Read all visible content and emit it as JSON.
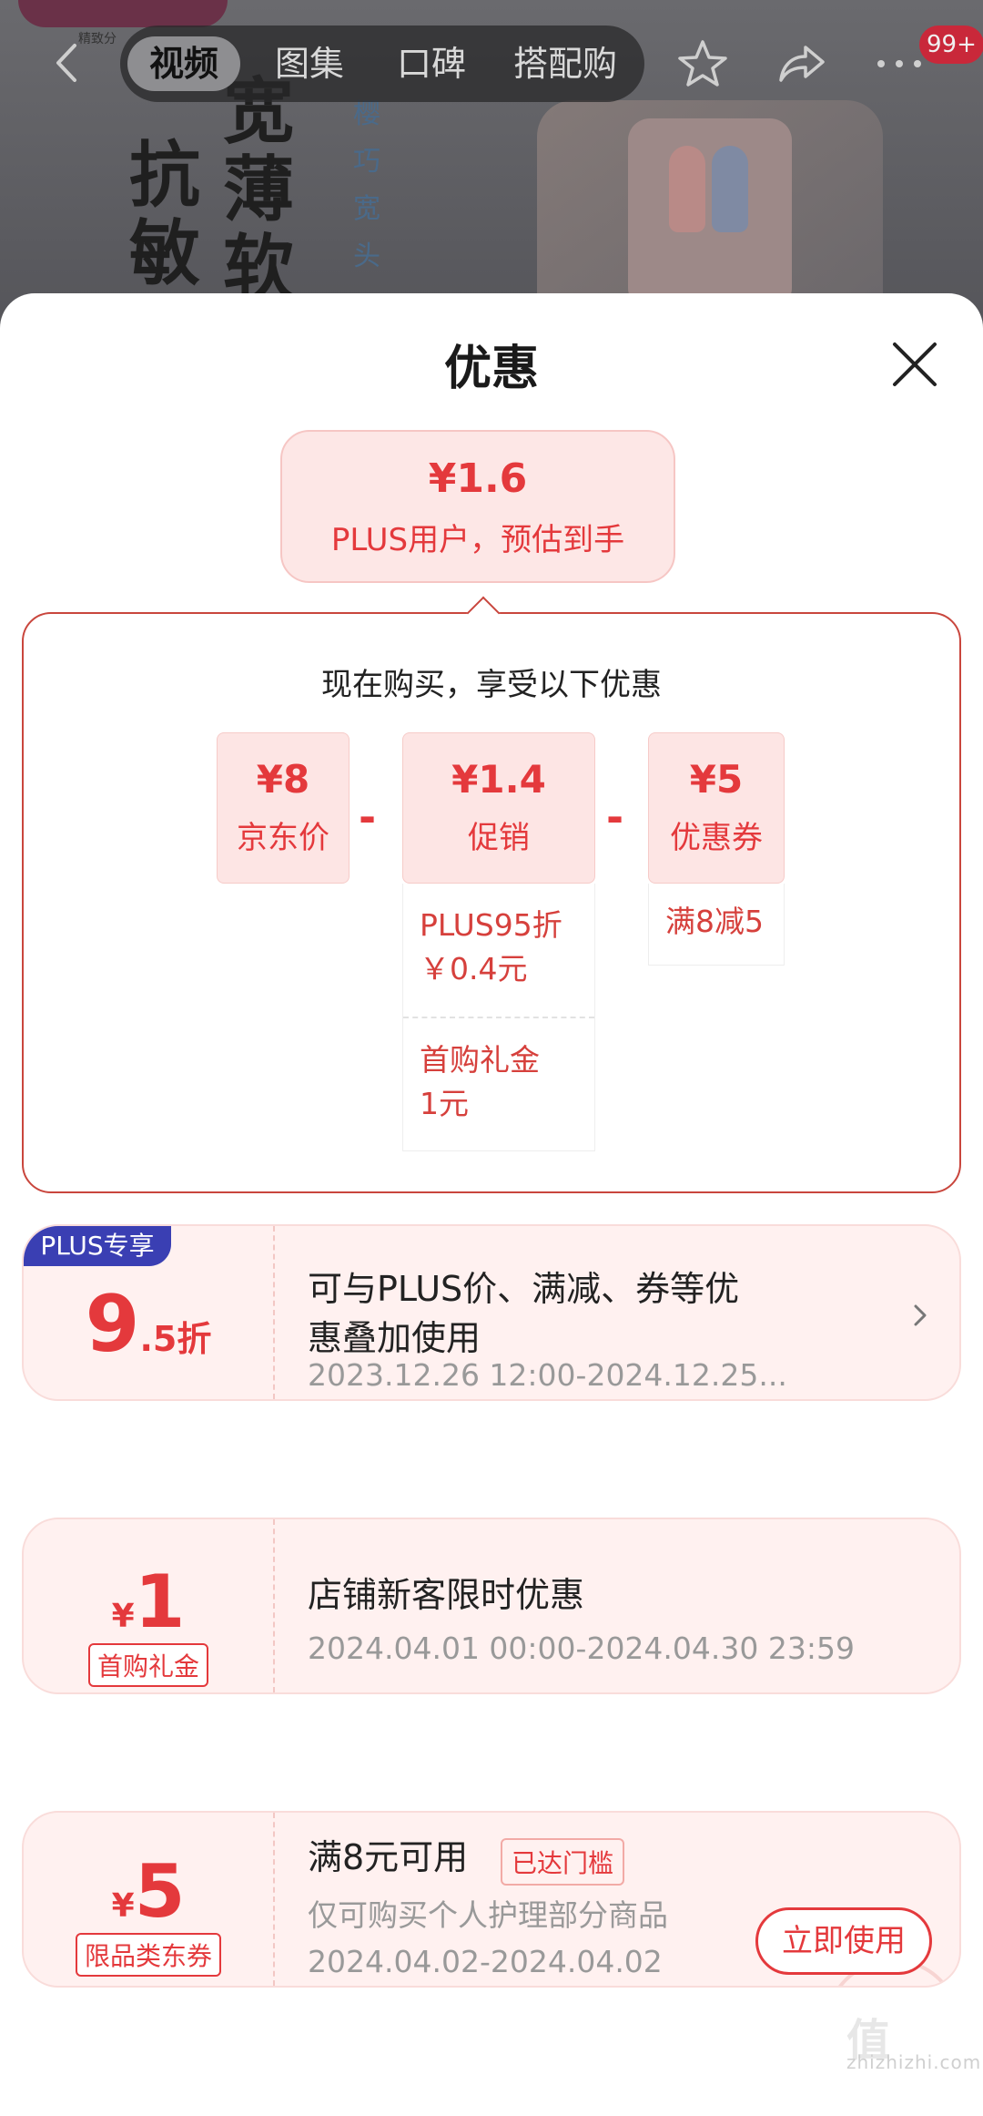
{
  "background": {
    "logo_sub": "精致分",
    "deco_a": "抗敏",
    "deco_b": "宽薄软",
    "deco_c": "樱巧宽头"
  },
  "nav": {
    "tabs": [
      {
        "label": "视频",
        "active": true
      },
      {
        "label": "图集",
        "active": false
      },
      {
        "label": "口碑",
        "active": false
      },
      {
        "label": "搭配购",
        "active": false
      }
    ],
    "badge": "99+",
    "icons": [
      "back-icon",
      "star-icon",
      "share-icon",
      "more-icon"
    ]
  },
  "sheet": {
    "title": "优惠",
    "estimate": {
      "price": "¥1.6",
      "label": "PLUS用户，预估到手"
    },
    "breakdown": {
      "heading": "现在购买，享受以下优惠",
      "items": [
        {
          "amount": "¥8",
          "label": "京东价"
        },
        {
          "amount": "¥1.4",
          "label": "促销"
        },
        {
          "amount": "¥5",
          "label": "优惠券"
        }
      ],
      "operator": "-",
      "promo_details": [
        {
          "line1": "PLUS95折",
          "line2": "￥0.4元"
        },
        {
          "line1": "首购礼金",
          "line2": "1元"
        }
      ],
      "coupon_details": [
        {
          "line1": "满8减5"
        }
      ]
    },
    "cards": [
      {
        "tag": "PLUS专享",
        "value_main": "9",
        "value_sub": ".5折",
        "desc_line1": "可与PLUS价、满减、券等优",
        "desc_line2": "惠叠加使用",
        "date": "2023.12.26 12:00-2024.12.25..."
      },
      {
        "currency": "¥",
        "value_main": "1",
        "type_tag": "首购礼金",
        "desc": "店铺新客限时优惠",
        "date": "2024.04.01 00:00-2024.04.30 23:59"
      },
      {
        "currency": "¥",
        "value_main": "5",
        "type_tag": "限品类东券",
        "desc": "满8元可用",
        "threshold": "已达门槛",
        "scope": "仅可购买个人护理部分商品",
        "date": "2024.04.02-2024.04.02",
        "button": "立即使用"
      }
    ]
  },
  "watermark": {
    "top": "值",
    "url": "zhizhizhi.com"
  },
  "colors": {
    "accent": "#e4393c",
    "card_bg": "#fff1f0",
    "plus_tag": "#3a3fb3"
  }
}
